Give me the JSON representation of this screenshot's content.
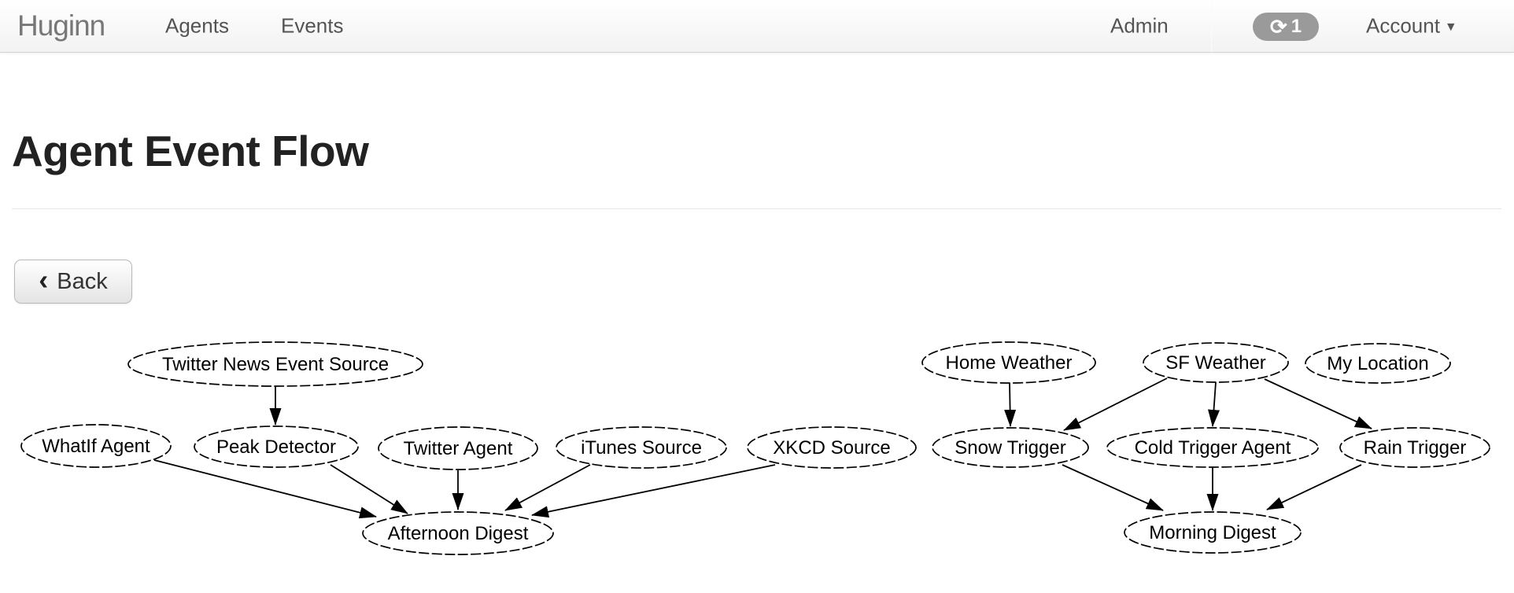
{
  "navbar": {
    "brand": "Huginn",
    "links": [
      {
        "label": "Agents"
      },
      {
        "label": "Events"
      }
    ],
    "admin_label": "Admin",
    "refresh_icon": "⟳",
    "job_count": "1",
    "account_label": "Account",
    "caret_icon": "▾"
  },
  "page": {
    "title": "Agent Event Flow",
    "back_icon": "‹",
    "back_label": "Back"
  },
  "graph": {
    "nodes": [
      {
        "id": "twitter-news-event-source",
        "label": "Twitter News Event Source"
      },
      {
        "id": "whatif-agent",
        "label": "WhatIf Agent"
      },
      {
        "id": "peak-detector",
        "label": "Peak Detector"
      },
      {
        "id": "twitter-agent",
        "label": "Twitter Agent"
      },
      {
        "id": "itunes-source",
        "label": "iTunes Source"
      },
      {
        "id": "xkcd-source",
        "label": "XKCD Source"
      },
      {
        "id": "afternoon-digest",
        "label": "Afternoon Digest"
      },
      {
        "id": "home-weather",
        "label": "Home Weather"
      },
      {
        "id": "sf-weather",
        "label": "SF Weather"
      },
      {
        "id": "my-location",
        "label": "My Location"
      },
      {
        "id": "snow-trigger",
        "label": "Snow Trigger"
      },
      {
        "id": "cold-trigger-agent",
        "label": "Cold Trigger Agent"
      },
      {
        "id": "rain-trigger",
        "label": "Rain Trigger"
      },
      {
        "id": "morning-digest",
        "label": "Morning Digest"
      }
    ],
    "edges": [
      {
        "from": "Twitter News Event Source",
        "to": "Peak Detector"
      },
      {
        "from": "WhatIf Agent",
        "to": "Afternoon Digest"
      },
      {
        "from": "Peak Detector",
        "to": "Afternoon Digest"
      },
      {
        "from": "Twitter Agent",
        "to": "Afternoon Digest"
      },
      {
        "from": "iTunes Source",
        "to": "Afternoon Digest"
      },
      {
        "from": "XKCD Source",
        "to": "Afternoon Digest"
      },
      {
        "from": "Home Weather",
        "to": "Snow Trigger"
      },
      {
        "from": "SF Weather",
        "to": "Snow Trigger"
      },
      {
        "from": "SF Weather",
        "to": "Cold Trigger Agent"
      },
      {
        "from": "SF Weather",
        "to": "Rain Trigger"
      },
      {
        "from": "Snow Trigger",
        "to": "Morning Digest"
      },
      {
        "from": "Cold Trigger Agent",
        "to": "Morning Digest"
      },
      {
        "from": "Rain Trigger",
        "to": "Morning Digest"
      }
    ]
  },
  "colors": {
    "navbar_border": "#d4d4d4",
    "badge_bg": "#9a9a9a",
    "heading_text": "#222222",
    "nav_text": "#545454",
    "brand_text": "#777777",
    "node_stroke": "#000000",
    "node_fill": "#ffffff"
  }
}
